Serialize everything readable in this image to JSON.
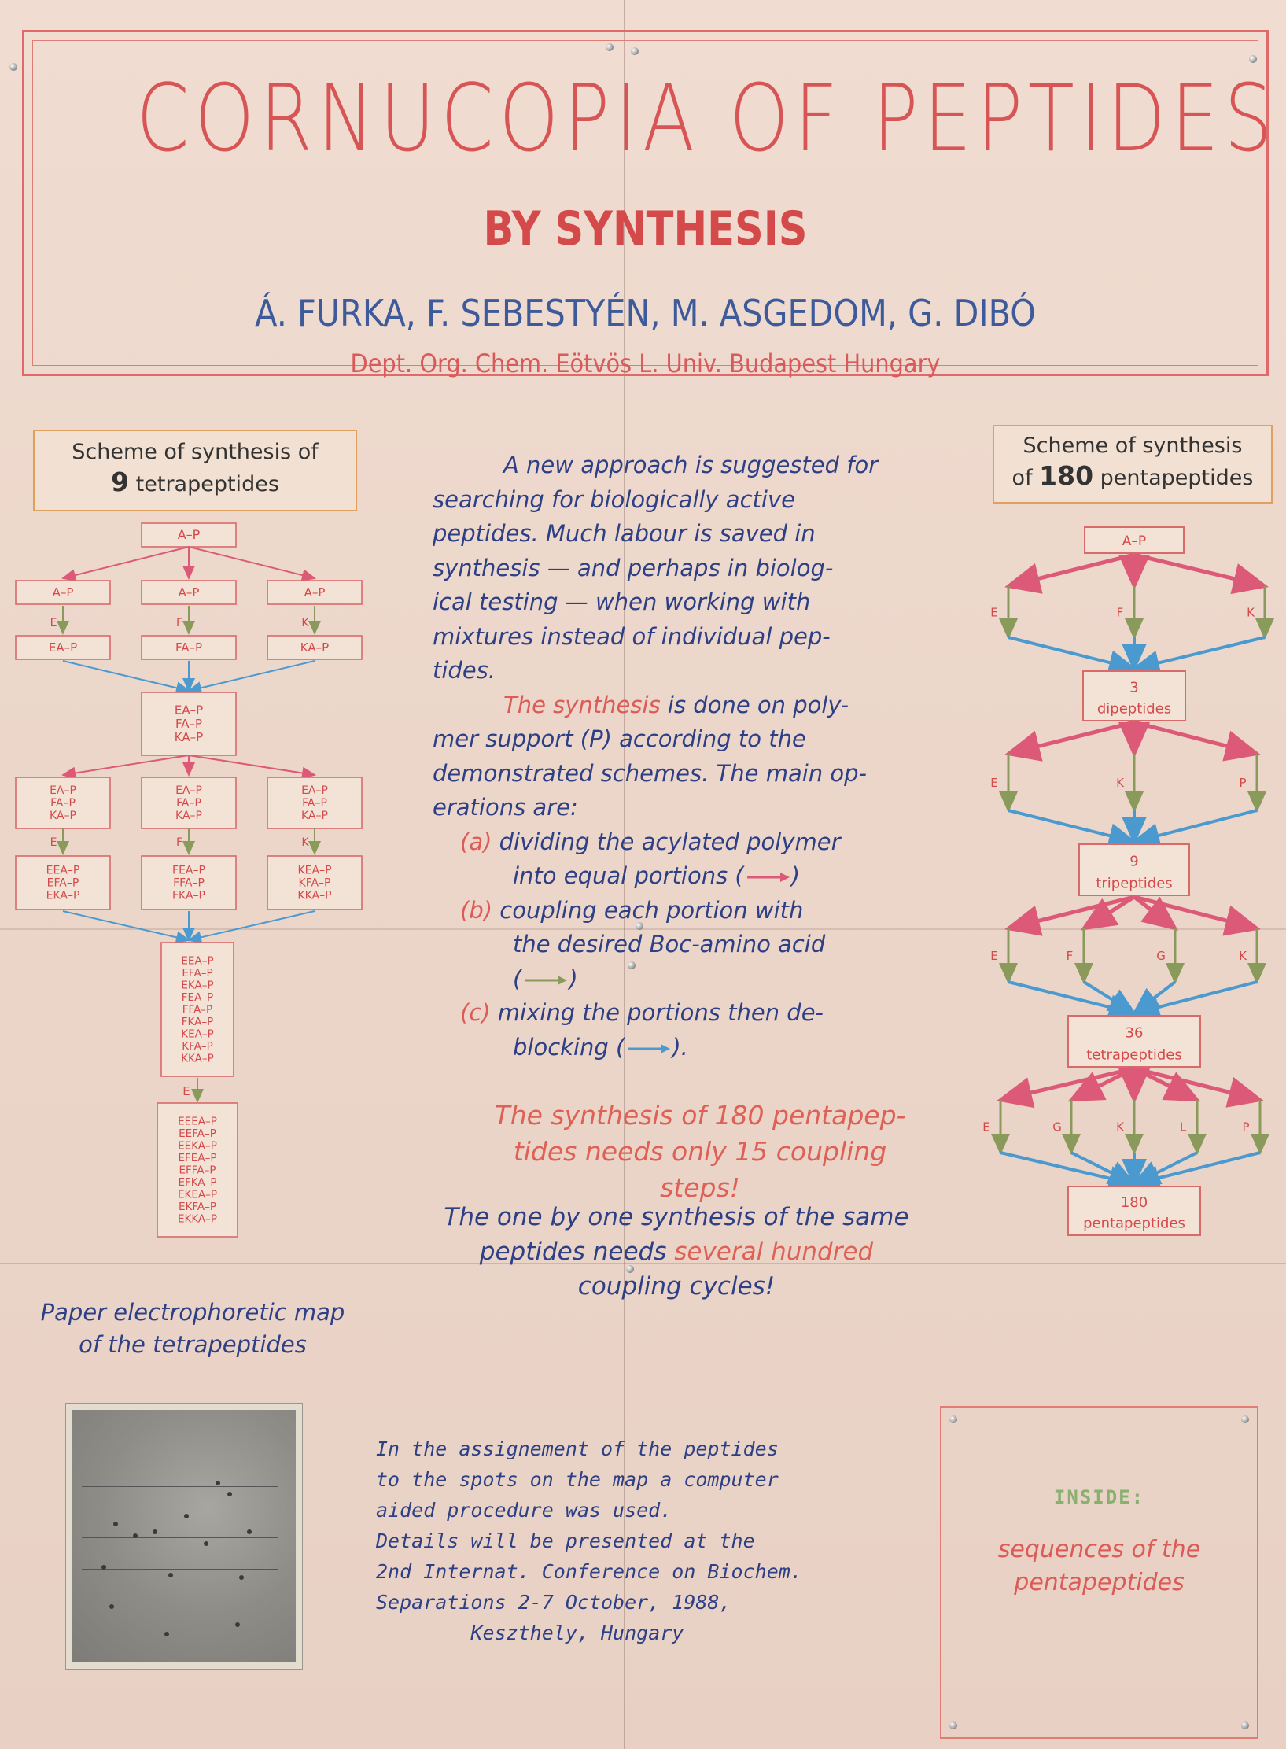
{
  "title": {
    "main": "CORNUCOPIA OF PEPTIDES",
    "subtitle": "BY SYNTHESIS",
    "authors": "Á. FURKA,  F. SEBESTYÉN, M. ASGEDOM, G. DIBÓ",
    "affiliation": "Dept. Org. Chem. Eötvös L. Univ. Budapest Hungary"
  },
  "left_scheme": {
    "label_line1": "Scheme of synthesis of",
    "label_num": "9",
    "label_line2": "tetrapeptides",
    "top": "A–P",
    "row1": [
      "A–P",
      "A–P",
      "A–P"
    ],
    "aa1": [
      "E",
      "F",
      "K"
    ],
    "row2": [
      "EA–P",
      "FA–P",
      "KA–P"
    ],
    "mix1": [
      "EA–P",
      "FA–P",
      "KA–P"
    ],
    "row3": [
      [
        "EA–P",
        "FA–P",
        "KA–P"
      ],
      [
        "EA–P",
        "FA–P",
        "KA–P"
      ],
      [
        "EA–P",
        "FA–P",
        "KA–P"
      ]
    ],
    "aa2": [
      "E",
      "F",
      "K"
    ],
    "row4": [
      [
        "EEA–P",
        "EFA–P",
        "EKA–P"
      ],
      [
        "FEA–P",
        "FFA–P",
        "FKA–P"
      ],
      [
        "KEA–P",
        "KFA–P",
        "KKA–P"
      ]
    ],
    "mix2": [
      "EEA–P",
      "EFA–P",
      "EKA–P",
      "FEA–P",
      "FFA–P",
      "FKA–P",
      "KEA–P",
      "KFA–P",
      "KKA–P"
    ],
    "aa3": "E",
    "final": [
      "EEEA–P",
      "EEFA–P",
      "EEKA–P",
      "EFEA–P",
      "EFFA–P",
      "EFKA–P",
      "EKEA–P",
      "EKFA–P",
      "EKKA–P"
    ]
  },
  "right_scheme": {
    "label_line1": "Scheme of synthesis",
    "label_pre": "of",
    "label_num": "180",
    "label_line2": "pentapeptides",
    "top": "A–P",
    "aa1": [
      "E",
      "F",
      "K"
    ],
    "box1_num": "3",
    "box1_label": "dipeptides",
    "aa2": [
      "E",
      "K",
      "P"
    ],
    "box2_num": "9",
    "box2_label": "tripeptides",
    "aa3": [
      "E",
      "F",
      "G",
      "K"
    ],
    "box3_num": "36",
    "box3_label": "tetrapeptides",
    "aa4": [
      "E",
      "G",
      "K",
      "L",
      "P"
    ],
    "box4_num": "180",
    "box4_label": "pentapeptides"
  },
  "center": {
    "p1": [
      "A new approach is suggested for",
      "searching for  biologically active",
      "peptides.  Much labour is saved in",
      "synthesis — and perhaps in biolog-",
      "ical testing — when working  with",
      "mixtures instead of individual pep-",
      "tides."
    ],
    "p2_red": "The synthesis",
    "p2_rest": " is done on poly-",
    "p2": [
      "mer support  (P)  according  to the",
      "demonstrated schemes. The main op-",
      "erations are:"
    ],
    "op_a_mark": "(a)",
    "op_a": [
      "dividing the acylated polymer",
      "into equal portions  ("
    ],
    "op_b_mark": "(b)",
    "op_b": [
      "coupling each  portion   with",
      "the desired Boc-amino     acid",
      "("
    ],
    "op_c_mark": "(c)",
    "op_c": [
      "mixing the portions then  de-",
      "blocking  ("
    ],
    "close": ")",
    "close_c": ").",
    "red_note": [
      "The synthesis of 180 pentapep-",
      "tides needs only 15 coupling steps!"
    ],
    "blue_note_1": "The one by one synthesis of the same",
    "blue_note_2a": "peptides needs ",
    "blue_note_2b": "several hundred",
    "blue_note_3": "coupling cycles!"
  },
  "bottom": {
    "map_label": [
      "Paper electrophoretic map",
      "of the tetrapeptides"
    ],
    "assign": [
      "In the assignement of the peptides",
      "to the spots on the map a computer",
      "aided procedure was used.",
      "Details will be presented  at the",
      "2nd Internat. Conference on Biochem.",
      "Separations 2-7 October,  1988,",
      "        Keszthely, Hungary"
    ],
    "inside_title": "INSIDE:",
    "inside_text": [
      "sequences of the",
      "pentapeptides"
    ]
  },
  "colors": {
    "divide_arrow": "#dc5a78",
    "couple_arrow": "#9aa86a",
    "mix_arrow": "#4a9ad0",
    "red_ink": "#dc5b56",
    "blue_ink": "#2d3f85"
  }
}
